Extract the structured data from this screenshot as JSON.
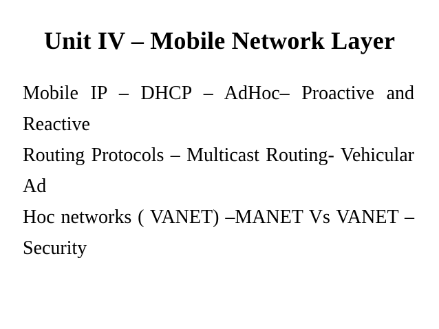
{
  "slide": {
    "title": "Unit IV – Mobile Network Layer",
    "body_lines": [
      "Mobile IP – DHCP – AdHoc– Proactive and Reactive",
      "Routing Protocols – Multicast Routing- Vehicular Ad",
      "Hoc networks ( VANET) –MANET Vs VANET –",
      "Security"
    ],
    "colors": {
      "background": "#ffffff",
      "text": "#000000"
    }
  }
}
